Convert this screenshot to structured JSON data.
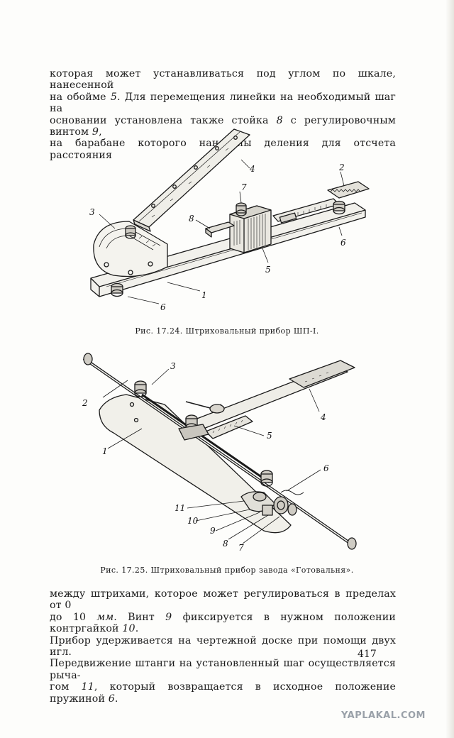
{
  "text_top": {
    "line1": "которая может устанавливаться под углом по шкале, нанесенной",
    "line2a": "на обойме ",
    "num5": "5",
    "line2b": ". Для перемещения линейки на необходимый шаг на",
    "line3a": "основании установлена также стойка ",
    "num8": "8",
    "line3b": " с регулировочным винтом ",
    "num9": "9",
    "line3c": ",",
    "line4": "на барабане которого нанесены деления для отсчета расстояния"
  },
  "figure1": {
    "caption": "Рис. 17.24. Штриховальный прибор ШП-I.",
    "labels": [
      "1",
      "2",
      "3",
      "4",
      "5",
      "6",
      "6",
      "7",
      "8"
    ]
  },
  "figure2": {
    "caption": "Рис. 17.25. Штриховальный прибор завода «Готовальня».",
    "labels": [
      "1",
      "2",
      "3",
      "4",
      "5",
      "6",
      "7",
      "8",
      "9",
      "10",
      "11"
    ]
  },
  "text_bottom": {
    "line1": "между штрихами, которое может регулироваться в пределах от 0",
    "line2a": "до 10 ",
    "unit": "мм",
    "line2b": ". Винт ",
    "num9": "9",
    "line2c": " фиксируется в нужном положении контргайкой ",
    "num10": "10",
    "line2d": ".",
    "line3": "Прибор удерживается на чертежной доске при помощи двух игл.",
    "line4": "Передвижение штанги на установленный шаг осуществляется рыча-",
    "line5a": "гом ",
    "num11": "11",
    "line5b": ", который возвращается в исходное положение пружиной ",
    "num6": "6",
    "line5c": "."
  },
  "page_number": "417",
  "watermark": "YAPLAKAL.COM"
}
